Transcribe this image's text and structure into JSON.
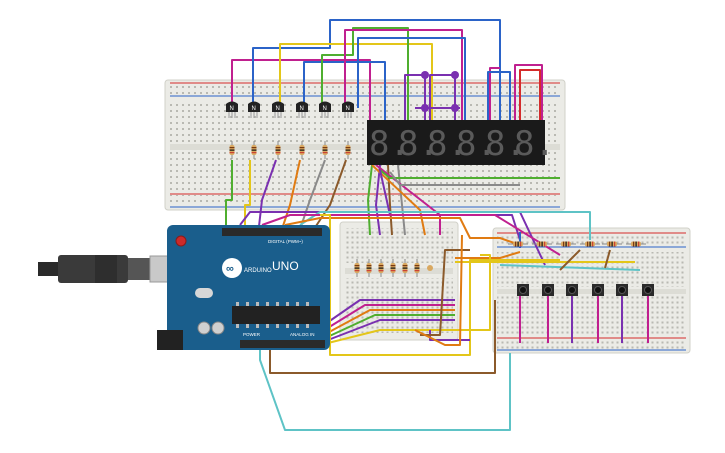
{
  "arduino": {
    "logo": "ARDUINO",
    "model": "UNO",
    "digital_label": "DIGITAL (PWM~)",
    "power_label": "POWER",
    "analog_label": "ANALOG IN"
  },
  "transistor_marking": "N",
  "display": {
    "digits": [
      "8.",
      "8.",
      "8.",
      "8.",
      "8.",
      "8."
    ]
  },
  "colors": {
    "board": "#1a5e8c",
    "breadboard": "#ebebe6",
    "display": "#1a1a1a",
    "wire_pink": "#c0208f",
    "wire_blue": "#2b63c8",
    "wire_yellow": "#e3c619",
    "wire_green": "#4fae2f",
    "wire_orange": "#e07b12",
    "wire_purple": "#7a30b0",
    "wire_brown": "#8b5a2b",
    "wire_teal": "#5ec3c6",
    "wire_gray": "#8a8a8a",
    "wire_red": "#d42b2b"
  }
}
